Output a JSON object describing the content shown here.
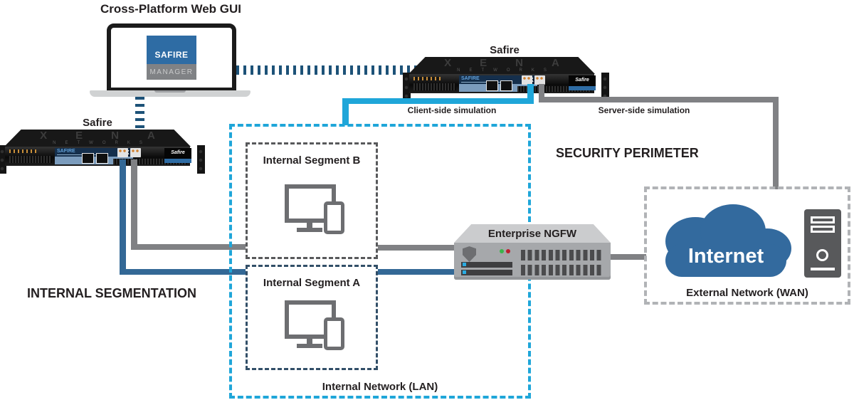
{
  "title": "Cross-Platform Web GUI",
  "laptop": {
    "logo_primary": "SAFIRE",
    "logo_secondary": "MANAGER"
  },
  "appliances": {
    "top_label": "Safire",
    "left_label": "Safire",
    "brand": "XENA",
    "brand_sub": "NETWORKS",
    "panel_label": "SAFIRE",
    "badge_label": "Safire",
    "x_logo": "X"
  },
  "links": {
    "client_side": "Client-side simulation",
    "server_side": "Server-side simulation"
  },
  "zones": {
    "security_perimeter": "SECURITY PERIMETER",
    "internal_segmentation": "INTERNAL SEGMENTATION",
    "lan": {
      "label": "Internal Network (LAN)"
    },
    "wan": {
      "label": "External Network (WAN)"
    },
    "segment_a": {
      "label": "Internal Segment A"
    },
    "segment_b": {
      "label": "Internal Segment B"
    }
  },
  "nodes": {
    "ngfw": {
      "label": "Enterprise NGFW"
    },
    "internet": {
      "label": "Internet"
    }
  },
  "colors": {
    "cyan_dash": "#1fa6d9",
    "steel_blue_line": "#336896",
    "navy_dotted": "#1d5278",
    "gray_line": "#808184",
    "wan_dash": "#b1b3b6",
    "segment_b_dash": "#58595b",
    "segment_a_dash": "#324f68",
    "icon_gray": "#6d6e71",
    "safire_blue": "#2e6ca4",
    "text": "#231f20"
  }
}
